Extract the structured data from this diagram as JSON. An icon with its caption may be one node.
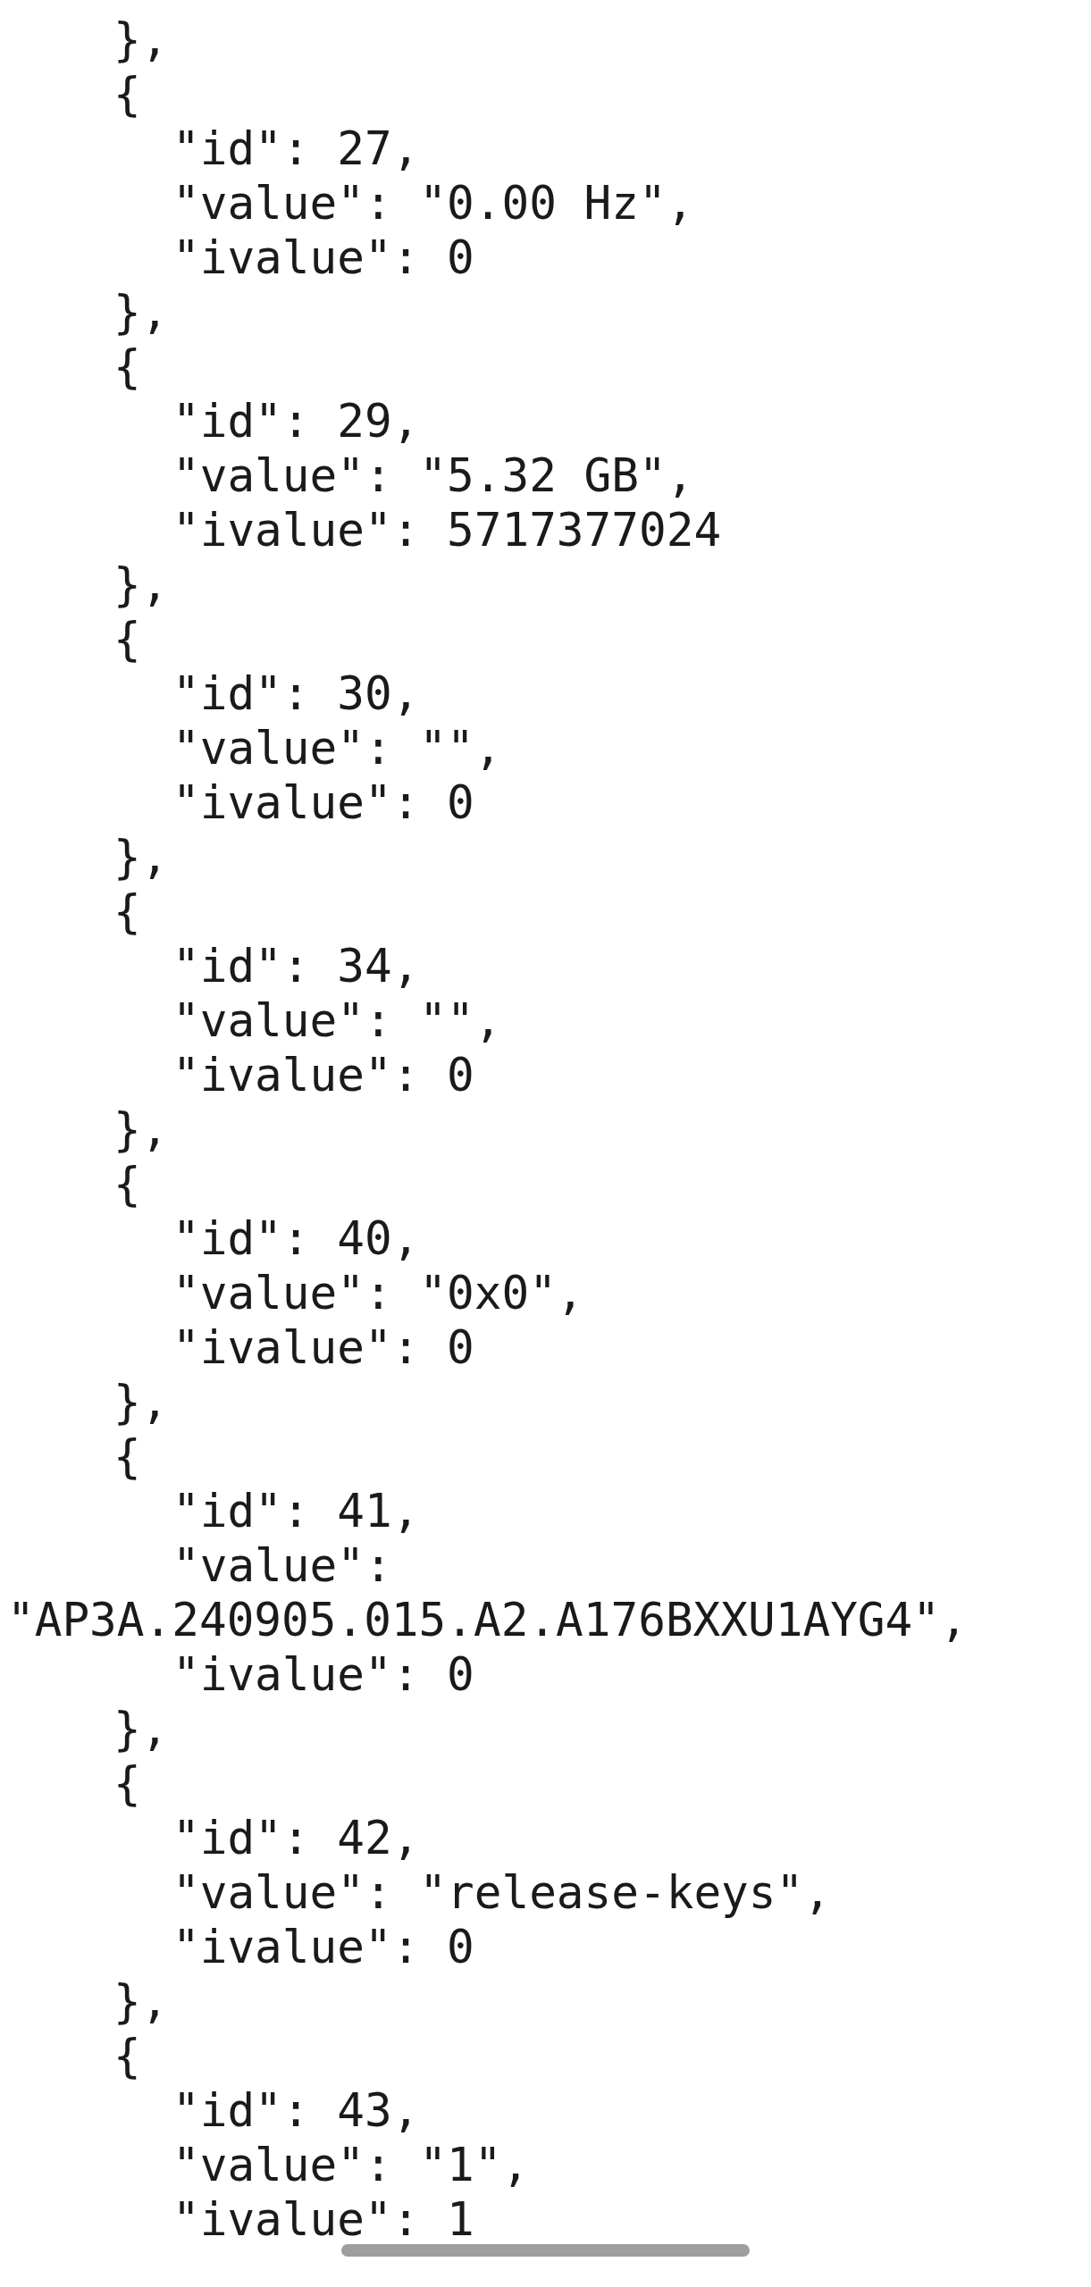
{
  "diagram": {
    "nodes": [
      {
        "text": [],
        "shape": "bar"
      }
    ],
    "labels": [
      "},",
      "{",
      "\"id\": 27,",
      "\"value\": \"0.00 Hz\",",
      "\"ivalue\": 0",
      "},",
      "{",
      "\"id\": 29,",
      "\"value\": \"5.32 GB\",",
      "\"ivalue\": 5717377024",
      "},",
      "{",
      "\"id\": 30,",
      "\"value\": \"\",",
      "\"ivalue\": 0",
      "},",
      "{",
      "\"id\": 34,",
      "\"value\": \"\",",
      "\"ivalue\": 0",
      "},",
      "{",
      "\"id\": 40,",
      "\"value\": \"0x0\",",
      "\"ivalue\": 0",
      "},",
      "{",
      "\"id\": 41,",
      "\"value\":",
      "\"AP3A.240905.015.A2.A176BXXU1AYG4\",",
      "\"ivalue\": 0",
      "},",
      "{",
      "\"id\": 42,",
      "\"value\": \"release-keys\",",
      "\"ivalue\": 0",
      "},",
      "{",
      "\"id\": 43,",
      "\"value\": \"1\",",
      "\"ivalue\": 1"
    ]
  }
}
